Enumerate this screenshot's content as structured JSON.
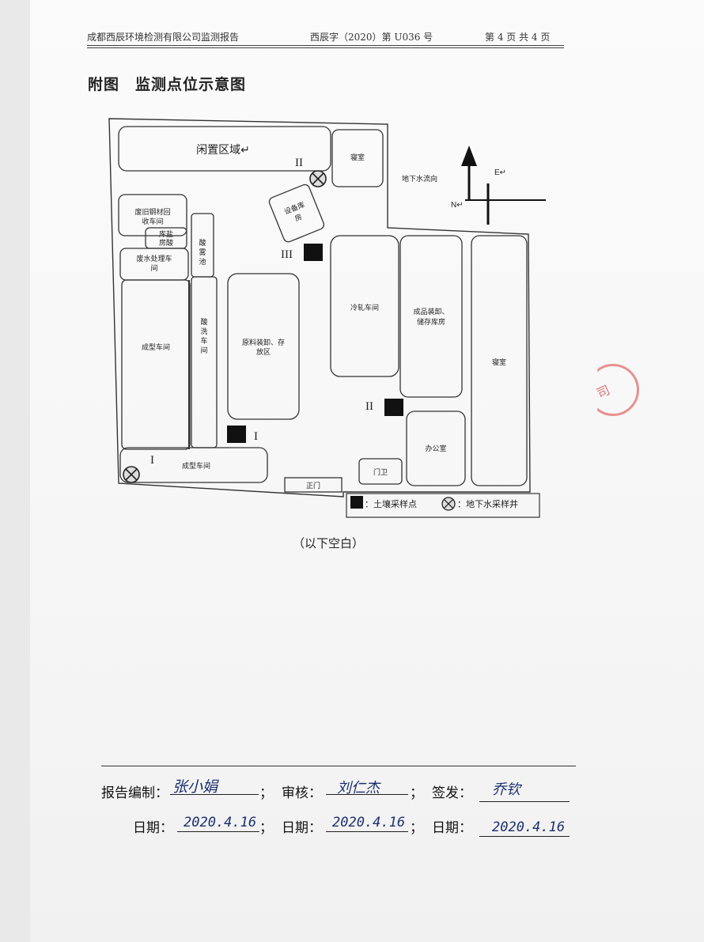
{
  "header": {
    "company": "成都西辰环境检测有限公司监测报告",
    "report_no": "西辰字（2020）第 U036 号",
    "page": "第 4 页 共 4 页"
  },
  "figure_title": "附图　监测点位示意图",
  "map": {
    "areas": {
      "idle": "闲置区域↵",
      "dorm_top": "寝室",
      "equipment": [
        "设备库",
        "房"
      ],
      "scrap": [
        "废旧钢材回",
        "收车间"
      ],
      "salt": [
        "库盐",
        "房酸"
      ],
      "wastewater": [
        "废水处理车",
        "间"
      ],
      "forming_left": "成型车间",
      "acid_pool": [
        "酸",
        "雾",
        "池"
      ],
      "pickling": [
        "酸",
        "洗",
        "车",
        "间"
      ],
      "raw_material": [
        "原料装卸、存",
        "放区"
      ],
      "cold_rolling": "冷轧车间",
      "finished": [
        "成品装卸、",
        "储存库房"
      ],
      "dorm_right": "寝室",
      "office": "办公室",
      "guard": "门卫",
      "forming_bottom": "成型车间",
      "main_gate": "正门"
    },
    "compass": {
      "groundwater": "地下水流向",
      "east": "E↵",
      "north": "N↵"
    },
    "markers": {
      "roman_1": "I",
      "roman_2": "II",
      "roman_3": "III"
    },
    "legend": {
      "soil": "：土壤采样点",
      "well": "：地下水采样井"
    }
  },
  "blank_note": "（以下空白）",
  "signatures": {
    "compiled_label": "报告编制：",
    "compiled_sig": "张小娟",
    "review_label": "审核：",
    "review_sig": "刘仁杰",
    "issue_label": "签发：",
    "issue_sig": "乔钦",
    "date_label": "日期：",
    "sep": "；",
    "date1": "2020.4.16",
    "date2": "2020.4.16",
    "date3": "2020.4.16"
  },
  "stamp_char": "司",
  "colors": {
    "soil_point": "#111111",
    "line": "#333333",
    "ink": "#1c2f6e"
  }
}
